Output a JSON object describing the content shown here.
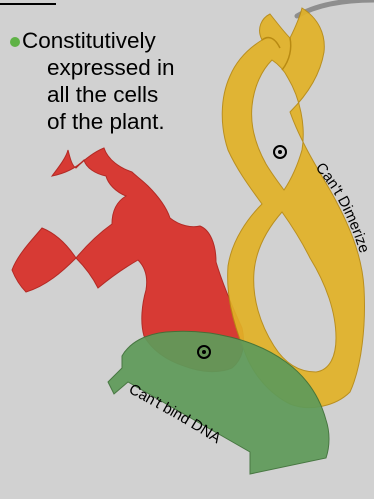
{
  "bullet": {
    "line1": "Constitutively",
    "line2": "expressed in",
    "line3": "all the cells",
    "line4": "of the plant."
  },
  "labels": {
    "dimerize": "Can't Dimerize",
    "bind_dna": "Can't bind DNA"
  },
  "colors": {
    "background": "#d1d1d1",
    "bullet": "#5fb246",
    "yellow_domain": "#e2b227",
    "red_domain": "#d73a34",
    "green_domain": "#5f9b5a"
  }
}
